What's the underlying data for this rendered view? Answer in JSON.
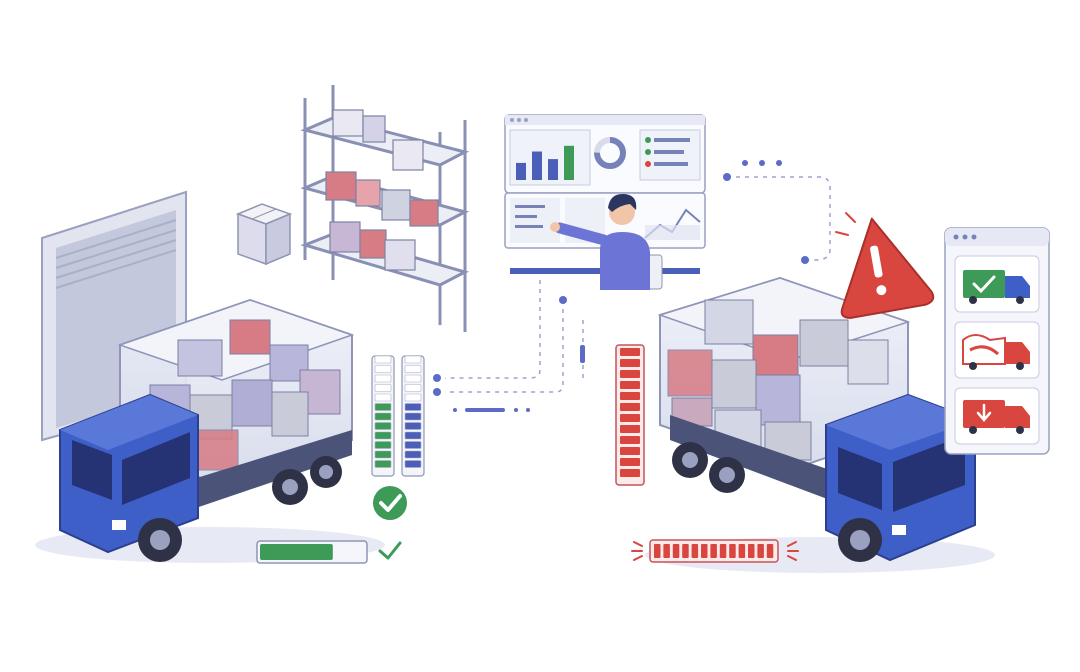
{
  "colors": {
    "truck_blue": "#3f5fc8",
    "truck_blue_dark": "#2c3f8f",
    "cargo_glass": "#dfe4f2",
    "box_lavender": "#b9b8dc",
    "box_red": "#d77b84",
    "box_grey": "#c9ccd8",
    "ok_green": "#3d9a57",
    "alert_red": "#d9453f",
    "outline": "#5b6285"
  },
  "icons": {
    "check": "check-icon",
    "warning": "warning-triangle-icon",
    "truck_ok": "truck-check-icon",
    "truck_damaged": "truck-damaged-icon",
    "truck_down": "truck-down-arrow-icon"
  },
  "levels": {
    "left_vertical_gauge": 0.55,
    "right_vertical_gauge": 1.0,
    "left_progress_bar": 0.7,
    "right_progress_bar": 1.0
  },
  "dashboard": {
    "bar_values": [
      0.45,
      0.75,
      0.55,
      0.9
    ],
    "donut_fraction": 0.75
  }
}
